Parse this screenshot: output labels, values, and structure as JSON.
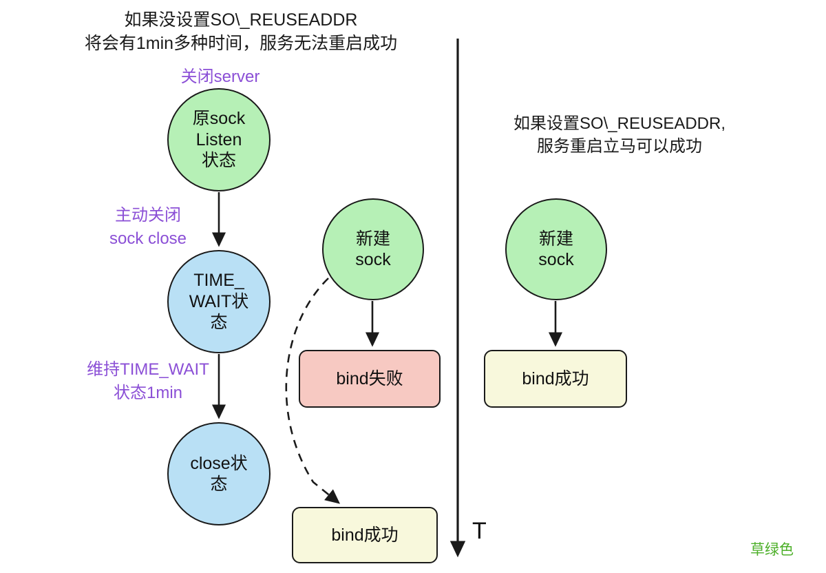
{
  "diagram": {
    "title_text_left": "如果没设置SO\\_REUSEADDR\n将会有1min多种时间，服务无法重启成功",
    "title_text_right": "如果设置SO\\_REUSEADDR,\n服务重启立马可以成功",
    "axis_label": "T",
    "watermark": "草绿色"
  },
  "colors": {
    "background": "#ffffff",
    "green_node": "#b6f0b6",
    "blue_node": "#b9e0f5",
    "red_node": "#f7c9c2",
    "yellow_node": "#f8f8dc",
    "stroke": "#1a1a1a",
    "label_purple": "#8b4fd6",
    "watermark_green": "#4caf28",
    "text": "#111111"
  },
  "edge_labels": {
    "close_server": "关闭server",
    "active_close": "主动关闭\nsock close",
    "keep_timewait": "维持TIME_WAIT\n状态1min"
  },
  "nodes": {
    "listen": "原sock\nListen\n状态",
    "timewait": "TIME_\nWAIT状\n态",
    "close": "close状\n态",
    "newsock_mid": "新建\nsock",
    "newsock_right": "新建\nsock",
    "bind_fail": "bind失败",
    "bind_ok_mid": "bind成功",
    "bind_ok_right": "bind成功"
  }
}
